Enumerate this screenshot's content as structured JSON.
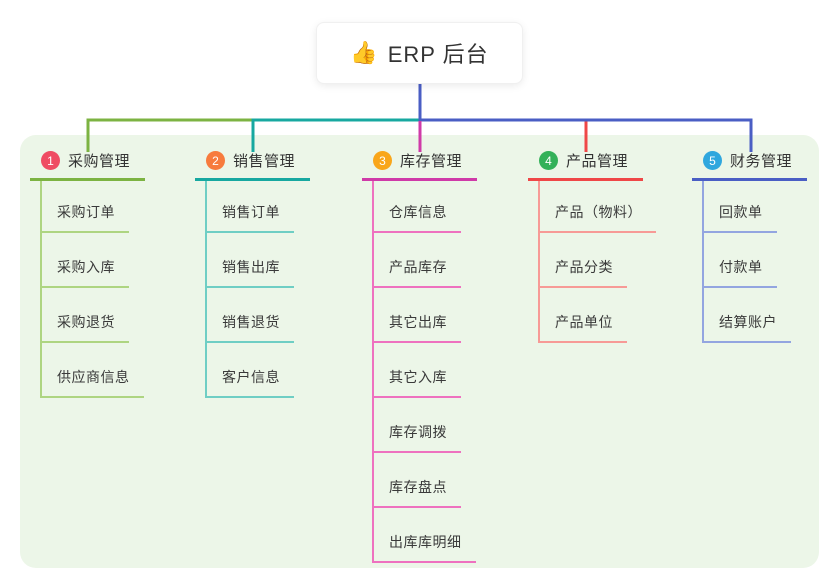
{
  "root": {
    "icon": "👍",
    "label": "ERP 后台",
    "line_color": "#4a5ec4"
  },
  "colors": {
    "panel_bg": "#ecf6e8",
    "text": "#333333"
  },
  "branches": [
    {
      "num": "1",
      "label": "采购管理",
      "color": "#7cb342",
      "light_color": "#aed581",
      "badge_color": "#ef4c63",
      "children": [
        "采购订单",
        "采购入库",
        "采购退货",
        "供应商信息"
      ]
    },
    {
      "num": "2",
      "label": "销售管理",
      "color": "#17a8a0",
      "light_color": "#6fcec4",
      "badge_color": "#f77b3d",
      "children": [
        "销售订单",
        "销售出库",
        "销售退货",
        "客户信息"
      ]
    },
    {
      "num": "3",
      "label": "库存管理",
      "color": "#cf3aa8",
      "light_color": "#ee71bf",
      "badge_color": "#f9a61a",
      "children": [
        "仓库信息",
        "产品库存",
        "其它出库",
        "其它入库",
        "库存调拨",
        "库存盘点",
        "出库库明细"
      ]
    },
    {
      "num": "4",
      "label": "产品管理",
      "color": "#ef4747",
      "light_color": "#f79a96",
      "badge_color": "#33b159",
      "children": [
        "产品（物料）",
        "产品分类",
        "产品单位"
      ]
    },
    {
      "num": "5",
      "label": "财务管理",
      "color": "#4a5ec4",
      "light_color": "#93a5e0",
      "badge_color": "#2fa7de",
      "children": [
        "回款单",
        "付款单",
        "结算账户"
      ]
    }
  ]
}
